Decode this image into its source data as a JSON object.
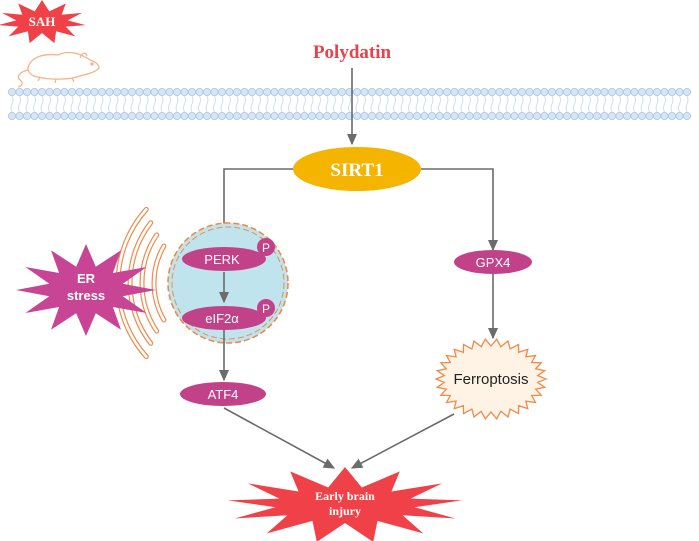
{
  "labels": {
    "sah": "SAH",
    "polydatin": "Polydatin",
    "sirt1": "SIRT1",
    "perk": "PERK",
    "eif2a": "eIF2α",
    "phospho_perk": "P",
    "phospho_eif2a": "P",
    "atf4": "ATF4",
    "gpx4": "GPX4",
    "er_stress_line1": "ER",
    "er_stress_line2": "stress",
    "ferroptosis": "Ferroptosis",
    "ebi_line1": "Early brain",
    "ebi_line2": "injury"
  },
  "icons": {
    "mouse": "mouse-icon",
    "membrane": "lipid-bilayer",
    "er": "endoplasmic-reticulum"
  },
  "colors": {
    "red_text": "#e8424a",
    "star_red": "#f04048",
    "sirt1": "#f5b400",
    "node": "#c2428a",
    "er_star": "#c84494",
    "orange": "#f08a4a",
    "cell": "#bfe4ee",
    "membrane": "#bcd5ee",
    "ferro_fill": "#fff3e6",
    "arrow": "#6b6b6b"
  }
}
